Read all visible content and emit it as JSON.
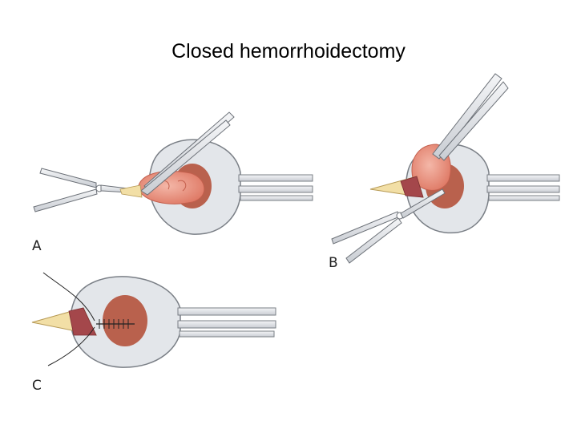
{
  "slide": {
    "title": "Closed hemorrhoidectomy"
  },
  "panels": [
    {
      "label": "A"
    },
    {
      "label": "B"
    },
    {
      "label": "C"
    }
  ],
  "colors": {
    "retractor_fill": "#e3e6ea",
    "retractor_stroke": "#7a7f86",
    "canal": "#b9614d",
    "hemorrhoid": "#e98c7a",
    "specimen_yellow": "#f2dfa6",
    "specimen_muscle": "#a4474b",
    "instrument_steel": "#dfe2e7"
  },
  "icons": [
    "retractor-icon",
    "forceps-icon",
    "scissors-icon",
    "suture-icon"
  ]
}
